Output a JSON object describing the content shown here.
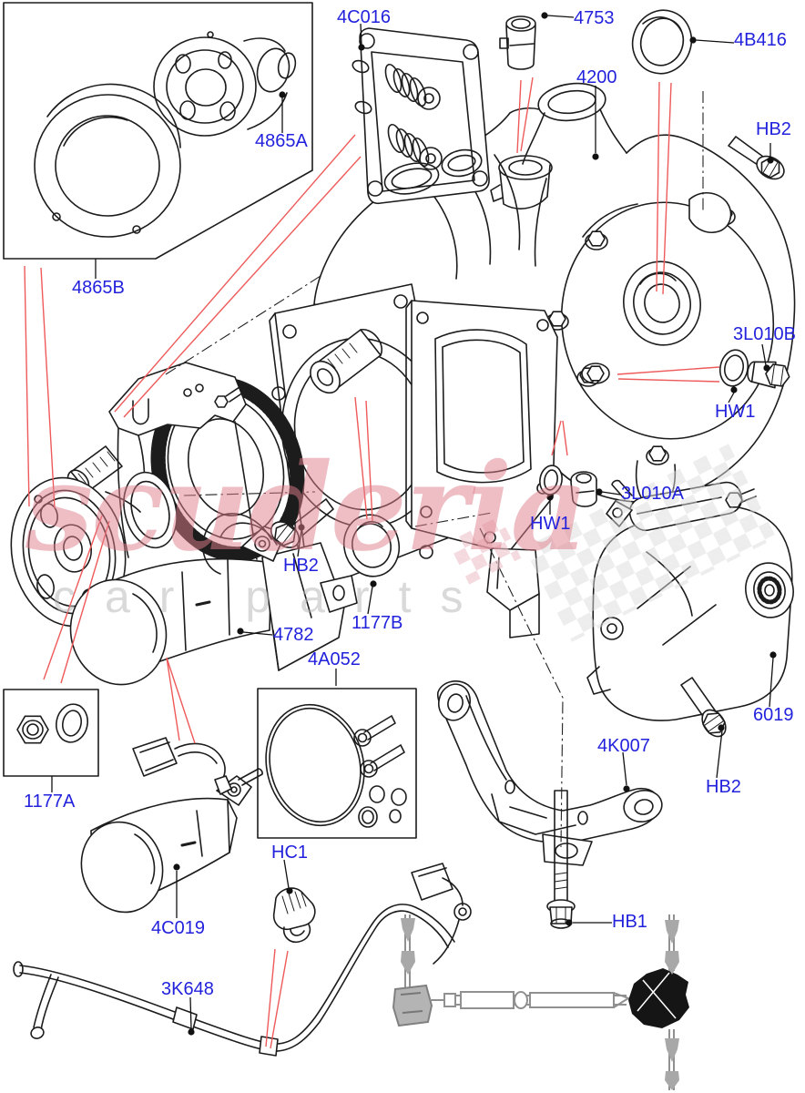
{
  "diagram": {
    "colors": {
      "label": "#2222dd",
      "leader_red": "#ee5a5a",
      "line": "#1c1c1c",
      "watermark_brand": "rgba(224,126,140,0.5)",
      "watermark_sub": "rgba(185,185,185,0.55)"
    },
    "watermark": {
      "brand": "scuderia",
      "sub": "car parts"
    },
    "labels": [
      {
        "id": "4C016",
        "text": "4C016"
      },
      {
        "id": "4753",
        "text": "4753"
      },
      {
        "id": "4B416",
        "text": "4B416"
      },
      {
        "id": "4200",
        "text": "4200"
      },
      {
        "id": "HB2-top",
        "text": "HB2"
      },
      {
        "id": "4865A",
        "text": "4865A"
      },
      {
        "id": "4865B",
        "text": "4865B"
      },
      {
        "id": "3L010B",
        "text": "3L010B"
      },
      {
        "id": "HW1-right",
        "text": "HW1"
      },
      {
        "id": "3L010A",
        "text": "3L010A"
      },
      {
        "id": "HW1-left",
        "text": "HW1"
      },
      {
        "id": "HB2-middle",
        "text": "HB2"
      },
      {
        "id": "1177B",
        "text": "1177B"
      },
      {
        "id": "4782",
        "text": "4782"
      },
      {
        "id": "4A052",
        "text": "4A052"
      },
      {
        "id": "6019",
        "text": "6019"
      },
      {
        "id": "4K007",
        "text": "4K007"
      },
      {
        "id": "HB2-bottom",
        "text": "HB2"
      },
      {
        "id": "1177A",
        "text": "1177A"
      },
      {
        "id": "HC1",
        "text": "HC1"
      },
      {
        "id": "4C019",
        "text": "4C019"
      },
      {
        "id": "HB1",
        "text": "HB1"
      },
      {
        "id": "3K648",
        "text": "3K648"
      }
    ]
  }
}
